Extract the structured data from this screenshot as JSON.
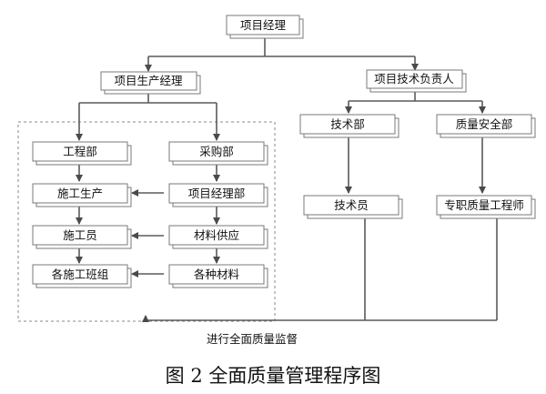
{
  "diagram": {
    "nodes": {
      "project_manager": "项目经理",
      "production_manager": "项目生产经理",
      "tech_lead": "项目技术负责人",
      "engineering_dept": "工程部",
      "purchasing_dept": "采购部",
      "construction_production": "施工生产",
      "pm_department": "项目经理部",
      "construction_worker": "施工员",
      "material_supply": "材料供应",
      "construction_teams": "各施工班组",
      "materials": "各种材料",
      "tech_dept": "技术部",
      "quality_safety_dept": "质量安全部",
      "technician": "技术员",
      "quality_engineer": "专职质量工程师"
    },
    "supervision_note": "进行全面质量监督",
    "caption": "图 2 全面质量管理程序图"
  }
}
